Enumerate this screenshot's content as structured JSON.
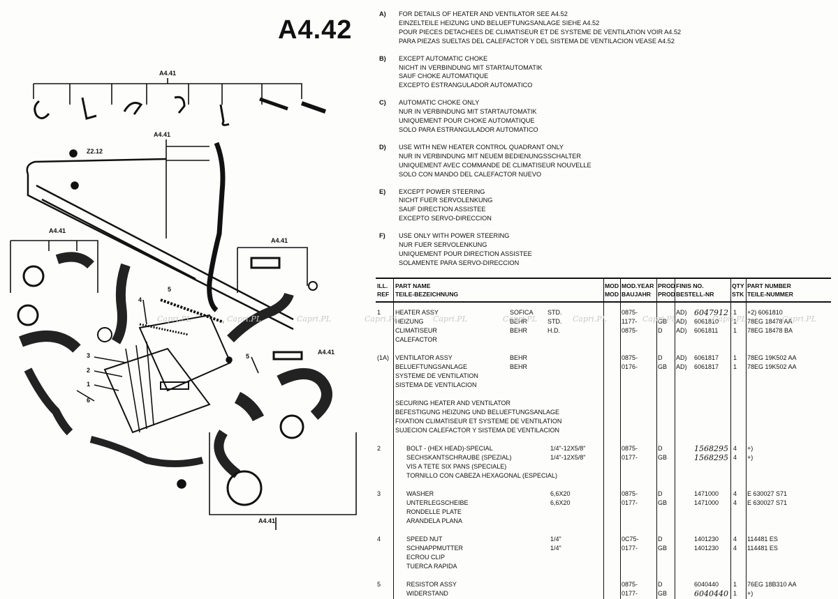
{
  "page_code": "A4.42",
  "watermark": "Capri.PL",
  "diagram_labels": {
    "ref_top": "A4.41",
    "ref_mid": "A4.41",
    "ref_left": "A4.41",
    "ref_right": "A4.41",
    "ref_right_low": "A4.41",
    "ref_bottom": "A4.41",
    "ref_22": "Z2.12",
    "ref_5": "5",
    "callouts": [
      "3",
      "2",
      "1",
      "6",
      "4",
      "5"
    ]
  },
  "notes": [
    {
      "key": "A)",
      "lines": [
        "FOR DETAILS OF HEATER AND VENTILATOR SEE A4.52",
        "EINZELTEILE HEIZUNG UND BELUEFTUNGSANLAGE SIEHE A4.52",
        "POUR PIECES DETACHEES DE CLIMATISEUR ET DE SYSTEME DE VENTILATION VOIR A4.52",
        "PARA PIEZAS SUELTAS DEL CALEFACTOR Y DEL SISTEMA DE VENTILACION VEASE A4.52"
      ]
    },
    {
      "key": "B)",
      "lines": [
        "EXCEPT AUTOMATIC CHOKE",
        "NICHT IN VERBINDUNG MIT STARTAUTOMATIK",
        "SAUF CHOKE AUTOMATIQUE",
        "EXCEPTO ESTRANGULADOR AUTOMATICO"
      ]
    },
    {
      "key": "C)",
      "lines": [
        "AUTOMATIC CHOKE ONLY",
        "NUR IN VERBINDUNG MIT STARTAUTOMATIK",
        "UNIQUEMENT POUR CHOKE AUTOMATIQUE",
        "SOLO PARA ESTRANGULADOR AUTOMATICO"
      ]
    },
    {
      "key": "D)",
      "lines": [
        "USE WITH NEW HEATER CONTROL QUADRANT ONLY",
        "NUR IN VERBINDUNG MIT NEUEM BEDIENUNGSSCHALTER",
        "UNIQUEMENT AVEC COMMANDE DE CLIMATISEUR NOUVELLE",
        "SOLO CON MANDO DEL CALEFACTOR NUEVO"
      ]
    },
    {
      "key": "E)",
      "lines": [
        "EXCEPT POWER STEERING",
        "NICHT FUER SERVOLENKUNG",
        "SAUF DIRECTION ASSISTEE",
        "EXCEPTO SERVO-DIRECCION"
      ]
    },
    {
      "key": "F)",
      "lines": [
        "USE ONLY WITH POWER STEERING",
        "NUR FUER SERVOLENKUNG",
        "UNIQUEMENT POUR DIRECTION ASSISTEE",
        "SOLAMENTE PARA SERVO-DIRECCION"
      ]
    }
  ],
  "table": {
    "headers": {
      "ill": "ILL.",
      "ref": "REF",
      "part_name": "PART NAME",
      "part_name_de": "TEILE-BEZEICHNUNG",
      "mod1": "MOD",
      "mod2": "MOD",
      "year1": "MOD.YEAR",
      "year2": "BAUJAHR",
      "prod1": "PROD",
      "prod2": "PROD",
      "finis1": "FINIS NO.",
      "finis2": "BESTELL-NR",
      "qty1": "QTY",
      "qty2": "STK",
      "pn1": "PART NUMBER",
      "pn2": "TEILE-NUMMER"
    },
    "rows": [
      {
        "ill": "1",
        "name": "HEATER ASSY",
        "spec": "SOFICA",
        "mod": "STD.",
        "year": "0875-",
        "prod": "",
        "tag": "AD)",
        "finis": "6047912",
        "hand": true,
        "qty": "1",
        "pn": "+2) 6061810"
      },
      {
        "ill": "",
        "name": "HEIZUNG",
        "spec": "BEHR",
        "mod": "STD.",
        "year": "1177-",
        "prod": "GB",
        "tag": "AD)",
        "finis": "6061810",
        "hand": false,
        "qty": "1",
        "pn": "78EG 18478 AA"
      },
      {
        "ill": "",
        "name": "CLIMATISEUR",
        "spec": "BEHR",
        "mod": "H.D.",
        "year": "0875-",
        "prod": "D",
        "tag": "AD)",
        "finis": "6061811",
        "hand": false,
        "qty": "1",
        "pn": "78EG 18478 BA"
      },
      {
        "ill": "",
        "name": "CALEFACTOR",
        "spec": "",
        "mod": "",
        "year": "",
        "prod": "",
        "tag": "",
        "finis": "",
        "hand": false,
        "qty": "",
        "pn": ""
      },
      {
        "ill": "(1A)",
        "name": "VENTILATOR ASSY",
        "spec": "BEHR",
        "mod": "",
        "year": "0875-",
        "prod": "D",
        "tag": "AD)",
        "finis": "6061817",
        "hand": false,
        "qty": "1",
        "pn": "78EG 19K502 AA"
      },
      {
        "ill": "",
        "name": "BELUEFTUNGSANLAGE",
        "spec": "BEHR",
        "mod": "",
        "year": "0176-",
        "prod": "GB",
        "tag": "AD)",
        "finis": "6061817",
        "hand": false,
        "qty": "1",
        "pn": "78EG 19K502 AA"
      },
      {
        "ill": "",
        "name": "SYSTEME DE VENTILATION",
        "spec": "",
        "mod": "",
        "year": "",
        "prod": "",
        "tag": "",
        "finis": "",
        "hand": false,
        "qty": "",
        "pn": ""
      },
      {
        "ill": "",
        "name": "SISTEMA DE VENTILACION",
        "spec": "",
        "mod": "",
        "year": "",
        "prod": "",
        "tag": "",
        "finis": "",
        "hand": false,
        "qty": "",
        "pn": ""
      }
    ],
    "securing": [
      "SECURING HEATER AND VENTILATOR",
      "BEFESTIGUNG HEIZUNG UND BELUEFTUNGSANLAGE",
      "FIXATION CLIMATISEUR ET SYSTEME DE VENTILATION",
      "SUJECION CALEFACTOR Y SISTEMA DE VENTILACION"
    ],
    "groups": [
      {
        "ill": "2",
        "lines": [
          {
            "name": "BOLT - (HEX HEAD)-SPECIAL",
            "spec": "1/4\"-12X5/8\"",
            "year": "0875-",
            "prod": "D",
            "finis": "1568295",
            "hand": true,
            "qty": "4",
            "pn": "+)"
          },
          {
            "name": "SECHSKANTSCHRAUBE (SPEZIAL)",
            "spec": "1/4\"-12X5/8\"",
            "year": "0177-",
            "prod": "GB",
            "finis": "1568295",
            "hand": true,
            "qty": "4",
            "pn": "+)"
          },
          {
            "name": "VIS A TETE SIX PANS (SPECIALE)",
            "spec": "",
            "year": "",
            "prod": "",
            "finis": "",
            "hand": false,
            "qty": "",
            "pn": ""
          },
          {
            "name": "TORNILLO CON CABEZA HEXAGONAL (ESPECIAL)",
            "spec": "",
            "year": "",
            "prod": "",
            "finis": "",
            "hand": false,
            "qty": "",
            "pn": ""
          }
        ]
      },
      {
        "ill": "3",
        "lines": [
          {
            "name": "WASHER",
            "spec": "6,6X20",
            "year": "0875-",
            "prod": "D",
            "finis": "1471000",
            "hand": false,
            "qty": "4",
            "pn": "E 630027 S71"
          },
          {
            "name": "UNTERLEGSCHEIBE",
            "spec": "6,6X20",
            "year": "0177-",
            "prod": "GB",
            "finis": "1471000",
            "hand": false,
            "qty": "4",
            "pn": "E 630027 S71"
          },
          {
            "name": "RONDELLE PLATE",
            "spec": "",
            "year": "",
            "prod": "",
            "finis": "",
            "hand": false,
            "qty": "",
            "pn": ""
          },
          {
            "name": "ARANDELA PLANA",
            "spec": "",
            "year": "",
            "prod": "",
            "finis": "",
            "hand": false,
            "qty": "",
            "pn": ""
          }
        ]
      },
      {
        "ill": "4",
        "lines": [
          {
            "name": "SPEED NUT",
            "spec": "1/4\"",
            "year": "0C75-",
            "prod": "D",
            "finis": "1401230",
            "hand": false,
            "qty": "4",
            "pn": "114481 ES"
          },
          {
            "name": "SCHNAPPMUTTER",
            "spec": "1/4\"",
            "year": "0177-",
            "prod": "GB",
            "finis": "1401230",
            "hand": false,
            "qty": "4",
            "pn": "114481 ES"
          },
          {
            "name": "ECROU CLIP",
            "spec": "",
            "year": "",
            "prod": "",
            "finis": "",
            "hand": false,
            "qty": "",
            "pn": ""
          },
          {
            "name": "TUERCA RAPIDA",
            "spec": "",
            "year": "",
            "prod": "",
            "finis": "",
            "hand": false,
            "qty": "",
            "pn": ""
          }
        ]
      },
      {
        "ill": "5",
        "lines": [
          {
            "name": "RESISTOR ASSY",
            "spec": "",
            "year": "0875-",
            "prod": "D",
            "finis": "6040440",
            "hand": false,
            "qty": "1",
            "pn": "76EG 18B310 AA"
          },
          {
            "name": "WIDERSTAND",
            "spec": "",
            "year": "0177-",
            "prod": "GB",
            "finis": "6040440",
            "hand": true,
            "qty": "1",
            "pn": "+)"
          }
        ]
      }
    ]
  }
}
